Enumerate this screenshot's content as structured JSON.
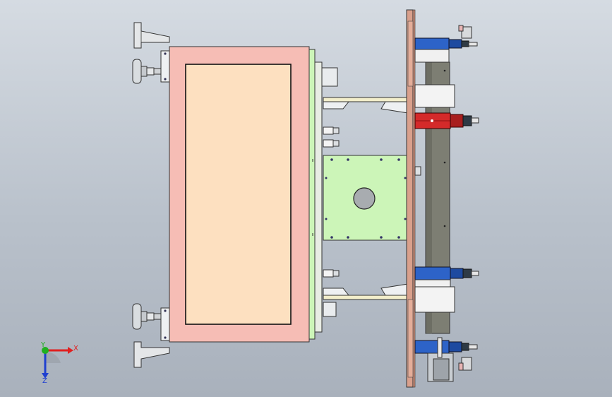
{
  "viewport": {
    "background_top": "#d5dbe2",
    "background_bottom": "#a9b1bc"
  },
  "colors": {
    "salmon_frame": "#f6bdb5",
    "peach_panel": "#fde0c0",
    "light_green": "#ccf5b8",
    "copper_plate": "#d9a08c",
    "blue_clamp": "#2d63c8",
    "red_clamp": "#d42a2a",
    "dark_rail": "#7d7e73",
    "pale_yellow": "#f2eecb",
    "steel": "#c8cdd2",
    "dark_knob": "#2e3a45",
    "white_block": "#f3f3f3",
    "pink_knob": "#e8b5b5"
  },
  "triad": {
    "x_label": "X",
    "y_label": "Y",
    "z_label": "Z",
    "x_color": "#e02020",
    "y_color": "#20b020",
    "z_color": "#2040d0"
  }
}
